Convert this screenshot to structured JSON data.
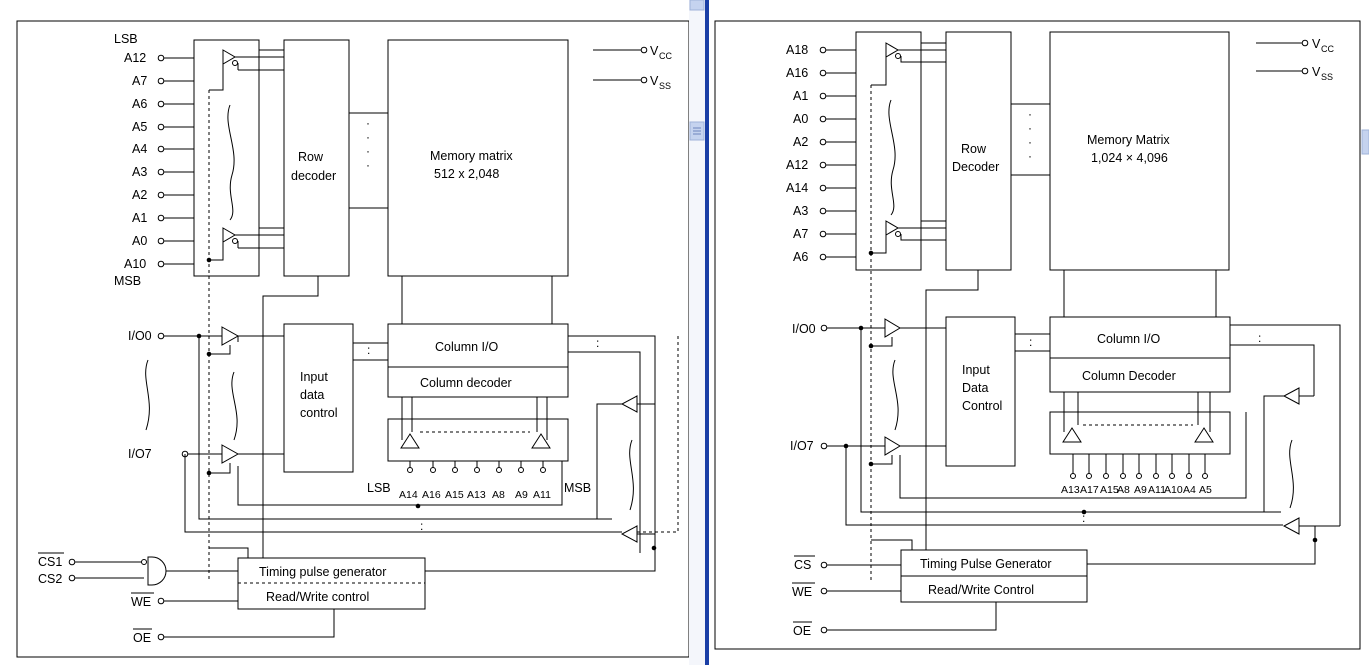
{
  "left": {
    "lsb": "LSB",
    "msb": "MSB",
    "address_pins": [
      "A12",
      "A7",
      "A6",
      "A5",
      "A4",
      "A3",
      "A2",
      "A1",
      "A0",
      "A10"
    ],
    "row_decoder": [
      "Row",
      "decoder"
    ],
    "memory": [
      "Memory matrix",
      "512 x 2,048"
    ],
    "vcc": "V",
    "vcc_sub": "CC",
    "vss": "V",
    "vss_sub": "SS",
    "io_top": "I/O0",
    "io_bottom": "I/O7",
    "input_data": [
      "Input",
      "data",
      "control"
    ],
    "column_io": "Column I/O",
    "column_decoder": "Column decoder",
    "col_lsb": "LSB",
    "col_msb": "MSB",
    "col_pins": [
      "A14",
      "A16",
      "A15",
      "A13",
      "A8",
      "A9",
      "A11"
    ],
    "cs1": "CS1",
    "cs2": "CS2",
    "we": "WE",
    "oe": "OE",
    "timing": "Timing pulse generator",
    "rw": "Read/Write control"
  },
  "right": {
    "address_pins": [
      "A18",
      "A16",
      "A1",
      "A0",
      "A2",
      "A12",
      "A14",
      "A3",
      "A7",
      "A6"
    ],
    "row_decoder": [
      "Row",
      "Decoder"
    ],
    "memory": [
      "Memory Matrix",
      "1,024 × 4,096"
    ],
    "vcc": "V",
    "vcc_sub": "CC",
    "vss": "V",
    "vss_sub": "SS",
    "io_top": "I/O0",
    "io_bottom": "I/O7",
    "input_data": [
      "Input",
      "Data",
      "Control"
    ],
    "column_io": "Column I/O",
    "column_decoder": "Column Decoder",
    "col_pins": [
      "A13",
      "A17",
      "A15",
      "A8",
      "A9",
      "A11",
      "A10",
      "A4",
      "A5"
    ],
    "cs": "CS",
    "we": "WE",
    "oe": "OE",
    "timing": "Timing Pulse Generator",
    "rw": "Read/Write Control"
  },
  "colors": {
    "divider": "#1a3fa6",
    "scrollbar": "#c5d3ef"
  },
  "icons": [
    "triangle-buffer-icon",
    "nand-gate-icon",
    "scroll-grip-icon"
  ]
}
